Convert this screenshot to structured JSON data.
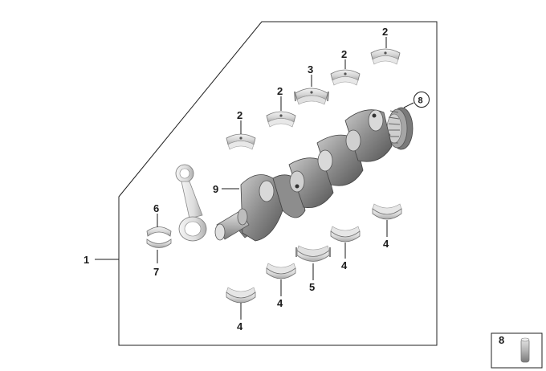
{
  "callouts": {
    "c1": "1",
    "c2a": "2",
    "c2b": "2",
    "c2c": "2",
    "c2d": "2",
    "c3": "3",
    "c4a": "4",
    "c4b": "4",
    "c4c": "4",
    "c4d": "4",
    "c5": "5",
    "c6": "6",
    "c7": "7",
    "c8": "8",
    "c9": "9",
    "legend8": "8"
  },
  "colors": {
    "shell_light": "#e9e9e9",
    "shell_mid": "#cfcfcf",
    "shell_dark": "#8e8e8e",
    "steel_dark": "#6a6a6a",
    "steel_mid": "#9a9a9a",
    "steel_light": "#d4d4d4",
    "lines": "#1a1a1a"
  }
}
